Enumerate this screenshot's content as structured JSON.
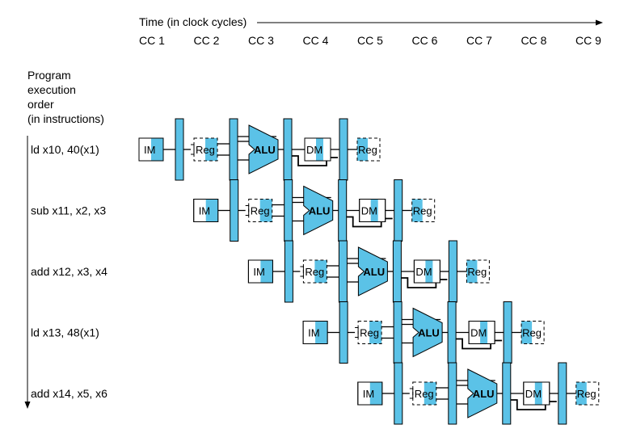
{
  "header": {
    "time_label": "Time (in clock cycles)",
    "cycles": [
      "CC 1",
      "CC 2",
      "CC 3",
      "CC 4",
      "CC 5",
      "CC 6",
      "CC 7",
      "CC 8",
      "CC 9"
    ]
  },
  "axis_label": {
    "lines": [
      "Program",
      "execution",
      "order",
      "(in instructions)"
    ]
  },
  "stages": {
    "im": "IM",
    "reg": "Reg",
    "alu": "ALU",
    "dm": "DM"
  },
  "instructions": [
    "ld x10, 40(x1)",
    "sub x11, x2, x3",
    "add x12, x3, x4",
    "ld x13, 48(x1)",
    "add x14, x5, x6"
  ],
  "colors": {
    "accent": "#5bc2e7",
    "stroke": "#000000",
    "background": "#ffffff"
  }
}
